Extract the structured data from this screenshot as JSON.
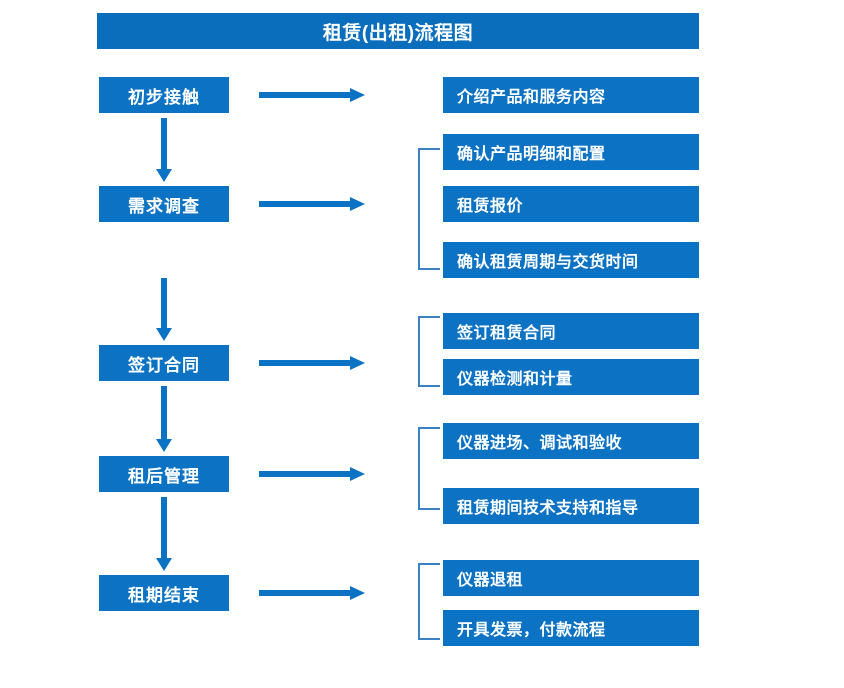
{
  "title": {
    "text": "租赁(出租)流程图"
  },
  "colors": {
    "banner": "#0A6EBD",
    "box": "#0C72C4",
    "arrow": "#0C72C4",
    "bracket": "#3A82C4",
    "text": "#FFFFFF",
    "background": "#FFFFFF"
  },
  "stages": [
    {
      "label": "初步接触"
    },
    {
      "label": "需求调查"
    },
    {
      "label": "签订合同"
    },
    {
      "label": "租后管理"
    },
    {
      "label": "租期结束"
    }
  ],
  "details": [
    {
      "label": "介绍产品和服务内容"
    },
    {
      "label": "确认产品明细和配置"
    },
    {
      "label": "租赁报价"
    },
    {
      "label": "确认租赁周期与交货时间"
    },
    {
      "label": "签订租赁合同"
    },
    {
      "label": "仪器检测和计量"
    },
    {
      "label": "仪器进场、调试和验收"
    },
    {
      "label": "租赁期间技术支持和指导"
    },
    {
      "label": "仪器退租"
    },
    {
      "label": "开具发票，付款流程"
    }
  ],
  "groups": [
    {
      "stage": "初步接触",
      "details": [
        "介绍产品和服务内容"
      ],
      "bracketed": false
    },
    {
      "stage": "需求调查",
      "details": [
        "确认产品明细和配置",
        "租赁报价",
        "确认租赁周期与交货时间"
      ],
      "bracketed": true
    },
    {
      "stage": "签订合同",
      "details": [
        "签订租赁合同",
        "仪器检测和计量"
      ],
      "bracketed": true
    },
    {
      "stage": "租后管理",
      "details": [
        "仪器进场、调试和验收",
        "租赁期间技术支持和指导"
      ],
      "bracketed": true
    },
    {
      "stage": "租期结束",
      "details": [
        "仪器退租",
        "开具发票，付款流程"
      ],
      "bracketed": true
    }
  ],
  "flow_arrows": {
    "vertical_count": 4,
    "horizontal_count": 5,
    "direction": "downward-then-right"
  }
}
